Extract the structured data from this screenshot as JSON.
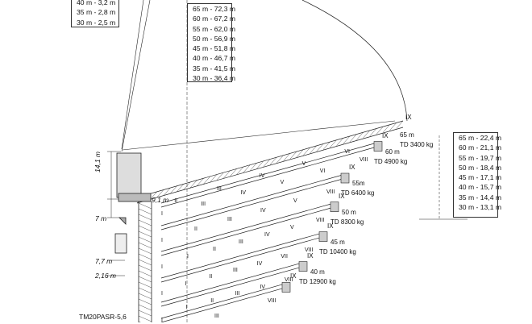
{
  "table_top_left": [
    "40 m - 3,2 m",
    "35 m - 2,8 m",
    "30 m - 2,5 m"
  ],
  "table_top_center": [
    "65 m - 72,3 m",
    "60 m - 67,2 m",
    "55 m - 62,0 m",
    "50 m - 56,9 m",
    "45 m - 51,8 m",
    "40 m - 46,7 m",
    "35 m - 41,5 m",
    "30 m - 36,4 m"
  ],
  "table_right": [
    "65 m - 22,4 m",
    "60 m - 21,1 m",
    "55 m - 19,7 m",
    "50 m - 18,4 m",
    "45 m - 17,1 m",
    "40 m - 15,7 m",
    "35 m - 14,4 m",
    "30 m - 13,1 m"
  ],
  "dimensions": {
    "mast_14_1": "14,1  m",
    "d_9_1": "9,1 m",
    "d_7": "7 m",
    "d_7_7": "7,7 m",
    "d_2_16": "2,16  m"
  },
  "crane_model": "TM20PASR-5,6",
  "jibs": [
    {
      "length": "65 m",
      "td": "TD 3400 kg",
      "tip": "IX",
      "seg": [
        "VIII",
        "VII"
      ]
    },
    {
      "length": "60 m",
      "td": "TD   4900 kg",
      "tip": "IX",
      "seg": [
        "VIII",
        "VI",
        "V",
        "IV",
        "III"
      ]
    },
    {
      "length": "55m",
      "td": "TD  6400 kg",
      "tip": "IX",
      "seg": [
        "VIII",
        "V",
        "IV",
        "III",
        "II"
      ]
    },
    {
      "length": "50 m",
      "td": "TD      8300 kg",
      "tip": "IX",
      "seg": [
        "VIII",
        "V",
        "IV",
        "III",
        "II",
        "I"
      ]
    },
    {
      "length": "45 m",
      "td": "TD      10400 kg",
      "tip": "IX",
      "seg": [
        "VIII",
        "VII",
        "IV",
        "III",
        "II",
        "I"
      ]
    },
    {
      "length": "40 m",
      "td": "TD      12900 kg",
      "tip": "IX",
      "seg": [
        "VIII",
        "IV",
        "III",
        "II",
        "I"
      ]
    },
    {
      "length": "",
      "td": "",
      "tip": "IX",
      "seg": [
        "VIII",
        "III"
      ]
    }
  ],
  "main_jib_segments": [
    "VI",
    "V",
    "IV",
    "III",
    "II"
  ]
}
